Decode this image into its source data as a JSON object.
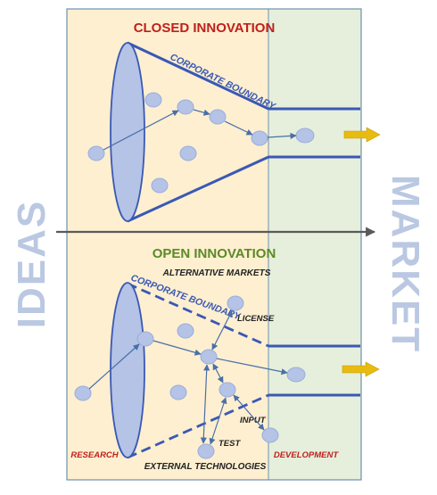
{
  "sections": {
    "closed_title": "CLOSED INNOVATION",
    "open_title": "OPEN INNOVATION"
  },
  "side_labels": {
    "left": "IDEAS",
    "right": "MARKET"
  },
  "closed": {
    "boundary_label": "CORPORATE BOUNDARY"
  },
  "open": {
    "boundary_label": "CORPORATE BOUNDARY",
    "alternative_markets": "ALTERNATIVE MARKETS",
    "license": "LICENSE",
    "input": "INPUT",
    "test": "TEST",
    "external_technologies": "EXTERNAL TECHNOLOGIES"
  },
  "zones": {
    "research": "RESEARCH",
    "development": "DEVELOPMENT"
  },
  "colors": {
    "research_bg": "#fdefd0",
    "development_bg": "#e5efdb",
    "frame": "#6f8fb0",
    "funnel_line": "#3a58b4",
    "node_fill": "#b4c3e6",
    "node_stroke": "#9aaedc",
    "arrow": "#4a6fa8",
    "axis_arrow": "#5a5a5a",
    "output_arrow": "#e8bb10",
    "closed_title": "#c0201c",
    "open_title": "#5b8a28",
    "side_text": "#bac8e2",
    "zone_text": "#c0201c"
  }
}
